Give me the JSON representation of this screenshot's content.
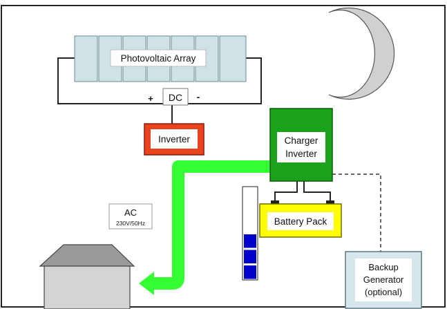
{
  "labels": {
    "pv_array": "Photovoltaic Array",
    "dc": "DC",
    "plus": "+",
    "minus": "-",
    "inverter": "Inverter",
    "charger_line1": "Charger",
    "charger_line2": "Inverter",
    "ac_line1": "AC",
    "ac_line2": "230V/50Hz",
    "battery_pack": "Battery Pack",
    "backup_line1": "Backup",
    "backup_line2": "Generator",
    "backup_line3": "(optional)"
  },
  "battery_meter": {
    "filled_segments": 3,
    "total_segments": 6,
    "fill_color": "#0000cc"
  },
  "colors": {
    "pv_panel": "#cfe3e6",
    "inverter_fill": "#e8421f",
    "charger_fill": "#1aa31a",
    "battery_fill": "#ffff00",
    "power_flow": "#33ff33",
    "house_roof": "#9a9a9a",
    "house_wall": "#d4d4d4",
    "moon": "#d0d0d0",
    "backup_fill": "#d6e6ea"
  },
  "icons": [
    "moon-icon",
    "house-icon",
    "arrow-icon"
  ]
}
